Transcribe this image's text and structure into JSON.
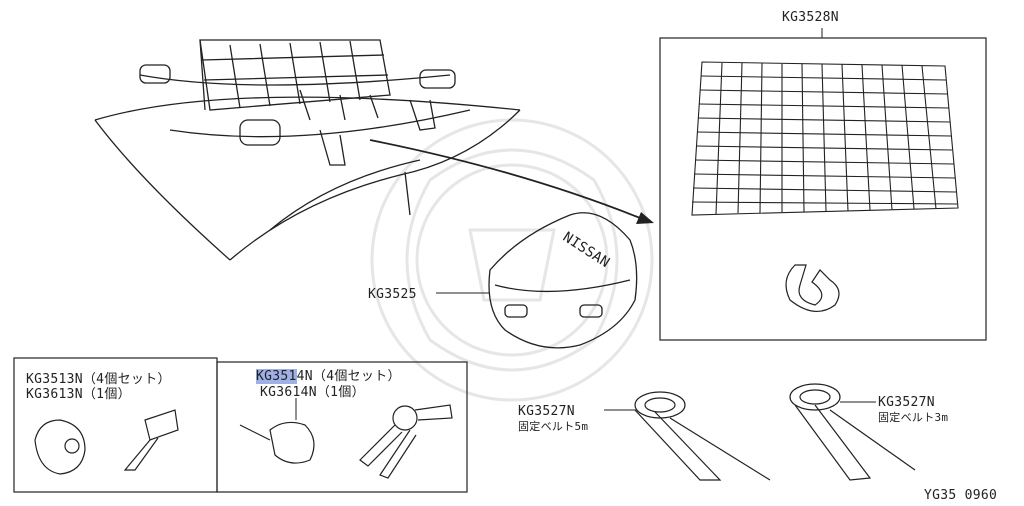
{
  "parts": {
    "net_part": "KG3528N",
    "bag_part": "KG3525",
    "lockset_a": {
      "line1": "KG3513N（4個セット）",
      "line2": "KG3613N（1個）"
    },
    "lockset_b": {
      "line1_hl": "KG351",
      "line1_rest": "4N（4個セット）",
      "line2": "KG3614N（1個）"
    },
    "belt_long": {
      "part": "KG3527N",
      "desc": "固定ベルト5m"
    },
    "belt_short": {
      "part": "KG3527N",
      "desc": "固定ベルト3m"
    }
  },
  "bag_brand": "NISSAN",
  "figure_code": "YG35 0960",
  "colors": {
    "line": "#222222",
    "highlight": "#9fb0e6",
    "watermark": "#e6e6e6"
  }
}
